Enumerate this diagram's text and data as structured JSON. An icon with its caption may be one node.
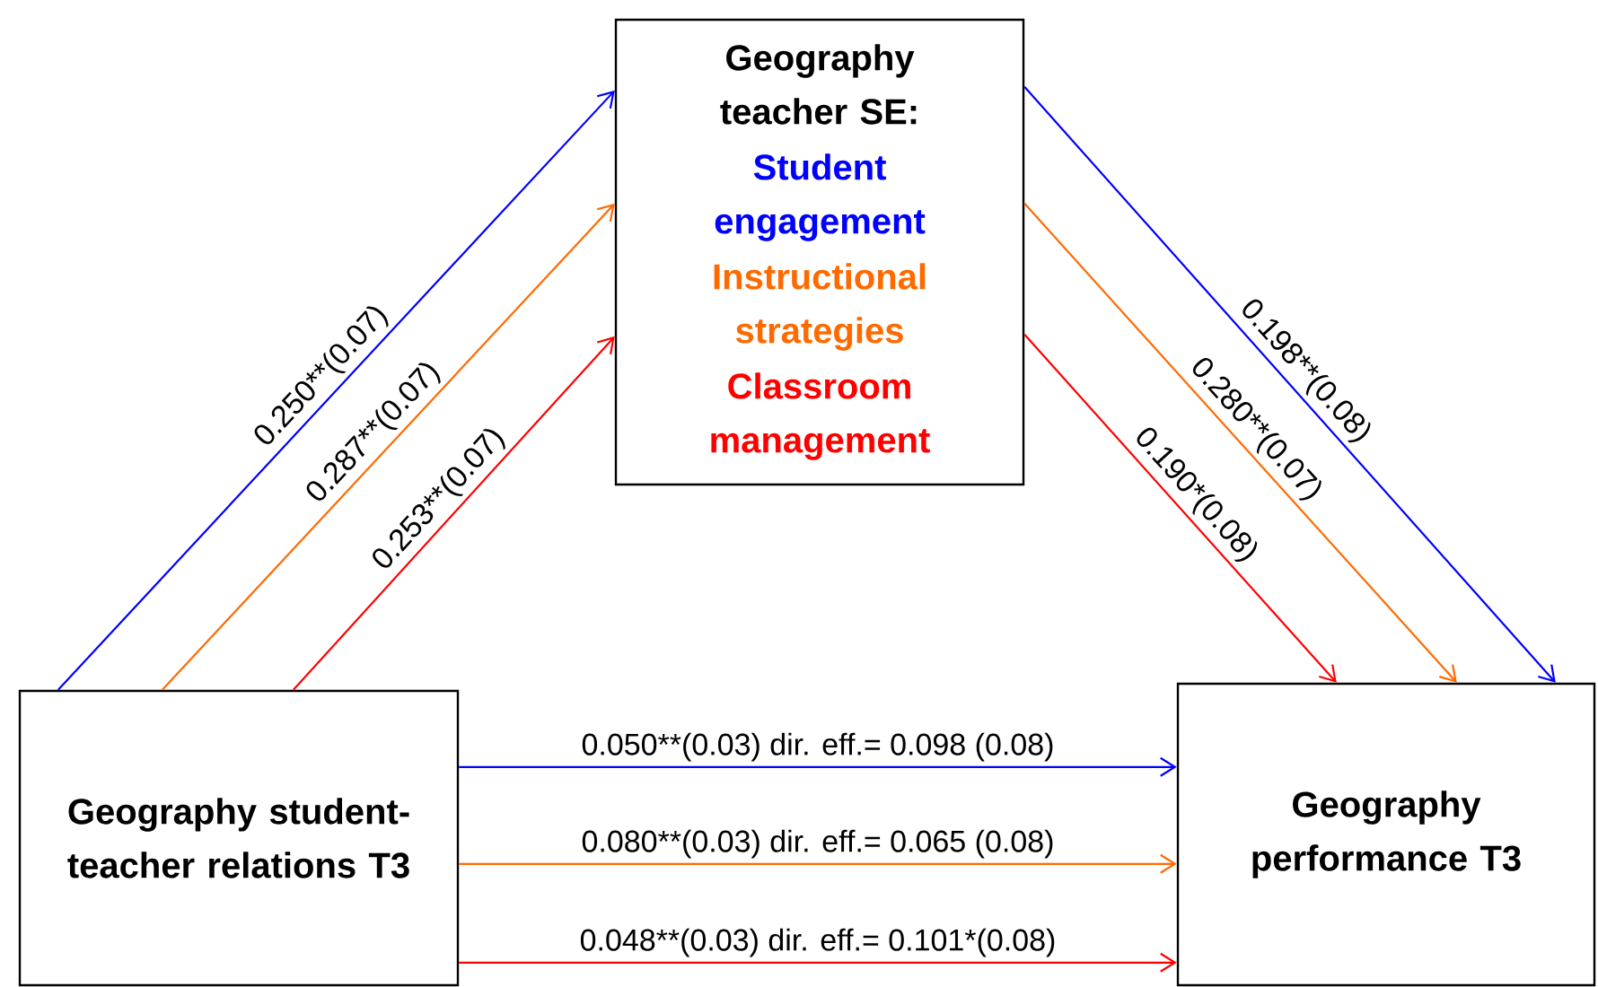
{
  "diagram": {
    "nodes": [
      {
        "text": [
          "Geography teacher SE:",
          "Student engagement",
          "Instructional strategies",
          "Classroom management"
        ]
      },
      {
        "text": [
          "Geography student-teacher relations T3"
        ]
      },
      {
        "text": [
          "Geography performance T3"
        ]
      }
    ],
    "edges": [
      {
        "from": 1,
        "to": 0,
        "arrow": "to",
        "label": "0.250**(0.07)",
        "color": "#0000ff"
      },
      {
        "from": 1,
        "to": 0,
        "arrow": "to",
        "label": "0.287**(0.07)",
        "color": "#ff6a00"
      },
      {
        "from": 1,
        "to": 0,
        "arrow": "to",
        "label": "0.253**(0.07)",
        "color": "#ff0000"
      },
      {
        "from": 0,
        "to": 2,
        "arrow": "to",
        "label": "0.198**(0.08)",
        "color": "#0000ff"
      },
      {
        "from": 0,
        "to": 2,
        "arrow": "to",
        "label": "0.280**(0.07)",
        "color": "#ff6a00"
      },
      {
        "from": 0,
        "to": 2,
        "arrow": "to",
        "label": "0.190*(0.08)",
        "color": "#ff0000"
      },
      {
        "from": 1,
        "to": 2,
        "arrow": "to",
        "label": "0.050**(0.03) dir. eff.= 0.098 (0.08)",
        "color": "#0000ff"
      },
      {
        "from": 1,
        "to": 2,
        "arrow": "to",
        "label": "0.080**(0.03) dir. eff.= 0.065 (0.08)",
        "color": "#ff6a00"
      },
      {
        "from": 1,
        "to": 2,
        "arrow": "to",
        "label": "0.048**(0.03) dir. eff.= 0.101*(0.08)",
        "color": "#ff0000"
      }
    ]
  }
}
